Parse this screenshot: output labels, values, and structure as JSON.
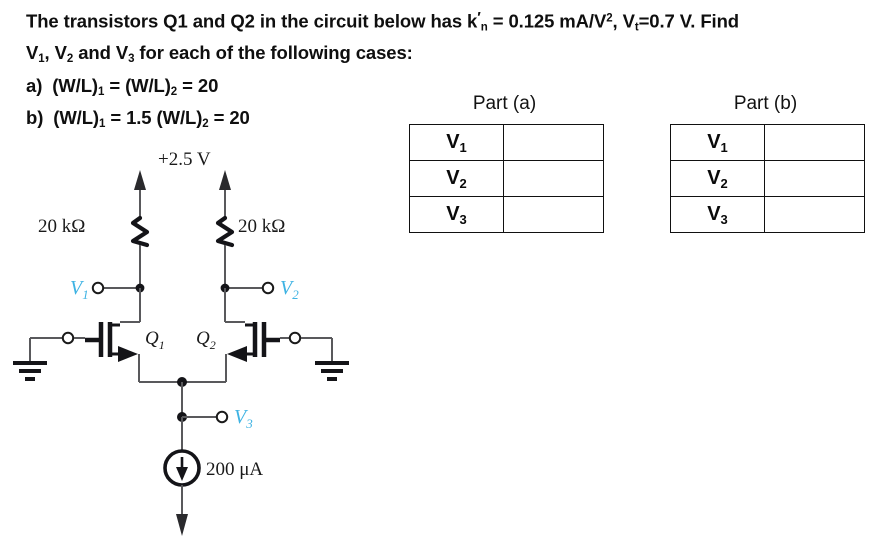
{
  "statement": {
    "line1_a": "The transistors Q1 and Q2 in the circuit below has k",
    "line1_prime": "′",
    "line1_sub_n": "n",
    "line1_b": " = 0.125 mA/V",
    "line1_sup2": "2",
    "line1_c": ", V",
    "line1_sub_t": "t",
    "line1_d": "=0.7 V.  Find",
    "line2_a": "V",
    "line2_sub1": "1",
    "line2_b": ", V",
    "line2_sub2": "2",
    "line2_c": " and V",
    "line2_sub3": "3",
    "line2_d": " for each of the following cases:",
    "line3_marker": "a)",
    "line3_a": "(W/L)",
    "line3_sub1": "1",
    "line3_b": " = (W/L)",
    "line3_sub2": "2",
    "line3_c": " = 20",
    "line4_marker": "b)",
    "line4_a": "(W/L)",
    "line4_sub1": "1",
    "line4_b": " = 1.5 (W/L)",
    "line4_sub2": "2",
    "line4_c": " = 20"
  },
  "tables": {
    "part_a": {
      "caption": "Part (a)",
      "rows": [
        {
          "label": "V",
          "sub": "1",
          "value": ""
        },
        {
          "label": "V",
          "sub": "2",
          "value": ""
        },
        {
          "label": "V",
          "sub": "3",
          "value": ""
        }
      ]
    },
    "part_b": {
      "caption": "Part (b)",
      "rows": [
        {
          "label": "V",
          "sub": "1",
          "value": ""
        },
        {
          "label": "V",
          "sub": "2",
          "value": ""
        },
        {
          "label": "V",
          "sub": "3",
          "value": ""
        }
      ]
    }
  },
  "circuit": {
    "supply_label": "+2.5 V",
    "resistor_left_label": "20 kΩ",
    "resistor_right_label": "20 kΩ",
    "node_v1_label": "V",
    "node_v1_sub": "1",
    "node_v2_label": "V",
    "node_v2_sub": "2",
    "node_v3_label": "V",
    "node_v3_sub": "3",
    "transistor_q1_label": "Q",
    "transistor_q1_sub": "1",
    "transistor_q2_label": "Q",
    "transistor_q2_sub": "2",
    "current_source_label": "200 μA",
    "node_color": "#3FB3E3",
    "wire_color": "#59595c",
    "symbol_color": "#111111"
  }
}
